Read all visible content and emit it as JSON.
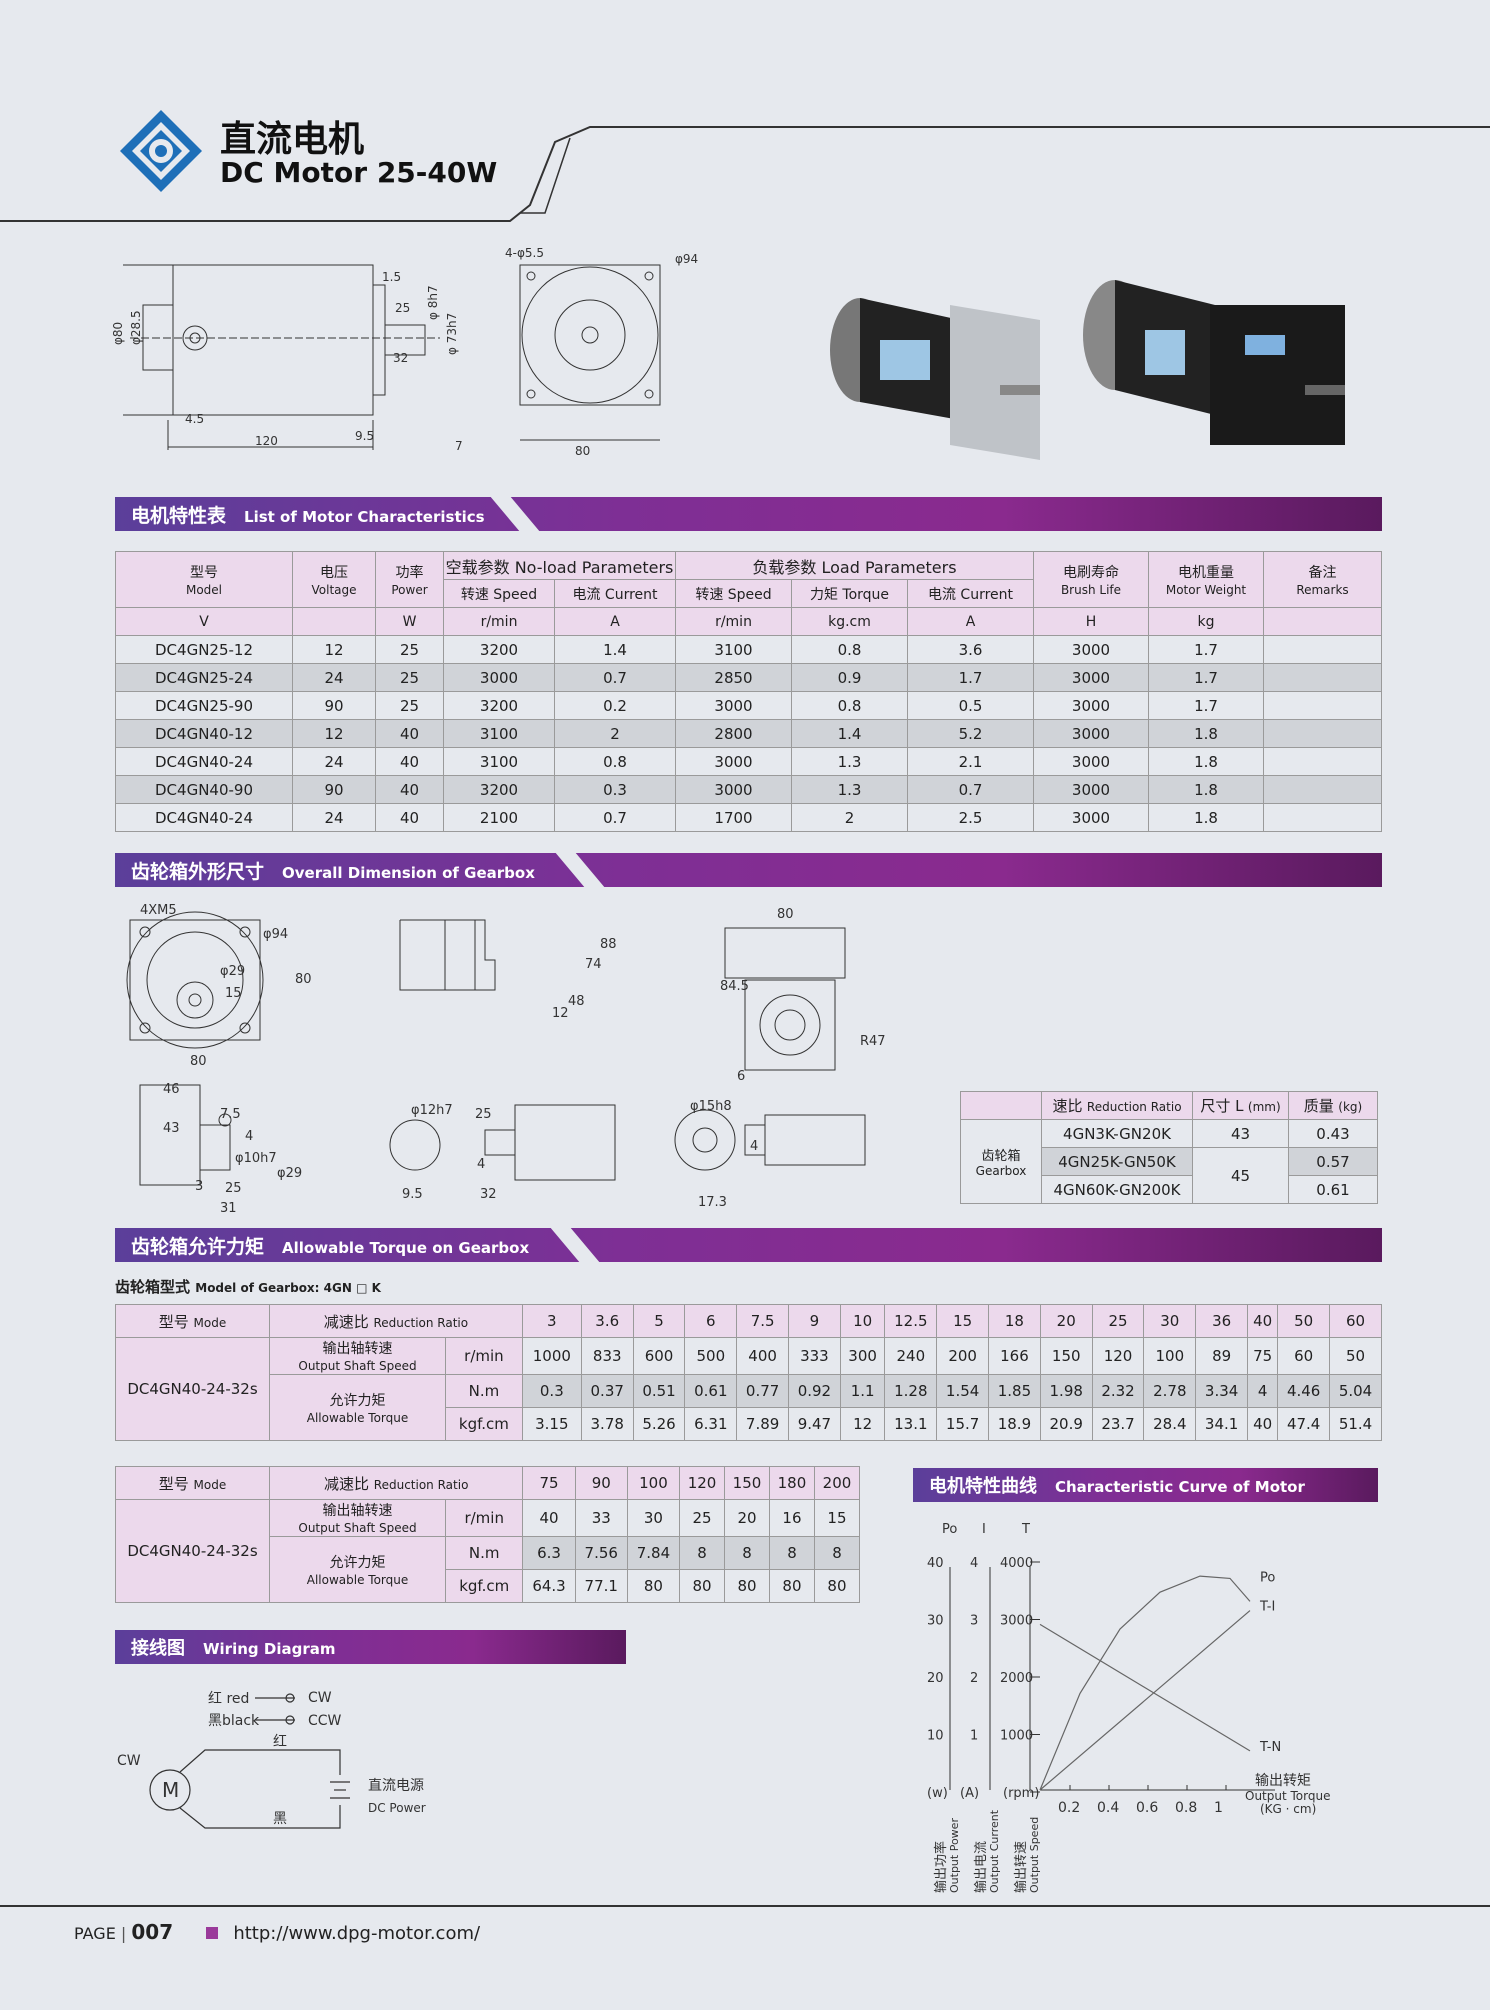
{
  "header": {
    "title": "直流电机",
    "subtitle": "DC Motor 25-40W"
  },
  "sections": {
    "characteristics": {
      "cn": "电机特性表",
      "en": "List of Motor Characteristics"
    },
    "gearbox_dim": {
      "cn": "齿轮箱外形尺寸",
      "en": "Overall Dimension of Gearbox"
    },
    "torque": {
      "cn": "齿轮箱允许力矩",
      "en": "Allowable Torque on Gearbox"
    },
    "curve": {
      "cn": "电机特性曲线",
      "en": "Characteristic Curve of Motor"
    },
    "wiring": {
      "cn": "接线图",
      "en": "Wiring Diagram"
    }
  },
  "char_table": {
    "h_model": "型号",
    "h_model_en": "Model",
    "h_volt": "电压",
    "h_volt_en": "Voltage",
    "h_power": "功率",
    "h_power_en": "Power",
    "h_noload": "空载参数 No-load Parameters",
    "h_load": "负载参数 Load Parameters",
    "h_brush": "电刷寿命",
    "h_brush_en": "Brush Life",
    "h_weight": "电机重量",
    "h_weight_en": "Motor Weight",
    "h_remarks": "备注",
    "h_remarks_en": "Remarks",
    "h_speed": "转速 Speed",
    "h_current": "电流 Current",
    "h_torque": "力矩 Torque",
    "u_v": "V",
    "u_w": "W",
    "u_rpm": "r/min",
    "u_a": "A",
    "u_kgcm": "kg.cm",
    "u_h": "H",
    "u_kg": "kg",
    "rows": [
      [
        "DC4GN25-12",
        "12",
        "25",
        "3200",
        "1.4",
        "3100",
        "0.8",
        "3.6",
        "3000",
        "1.7",
        ""
      ],
      [
        "DC4GN25-24",
        "24",
        "25",
        "3000",
        "0.7",
        "2850",
        "0.9",
        "1.7",
        "3000",
        "1.7",
        ""
      ],
      [
        "DC4GN25-90",
        "90",
        "25",
        "3200",
        "0.2",
        "3000",
        "0.8",
        "0.5",
        "3000",
        "1.7",
        ""
      ],
      [
        "DC4GN40-12",
        "12",
        "40",
        "3100",
        "2",
        "2800",
        "1.4",
        "5.2",
        "3000",
        "1.8",
        ""
      ],
      [
        "DC4GN40-24",
        "24",
        "40",
        "3100",
        "0.8",
        "3000",
        "1.3",
        "2.1",
        "3000",
        "1.8",
        ""
      ],
      [
        "DC4GN40-90",
        "90",
        "40",
        "3200",
        "0.3",
        "3000",
        "1.3",
        "0.7",
        "3000",
        "1.8",
        ""
      ],
      [
        "DC4GN40-24",
        "24",
        "40",
        "2100",
        "0.7",
        "1700",
        "2",
        "2.5",
        "3000",
        "1.8",
        ""
      ]
    ]
  },
  "motor_drawing": {
    "d80": "φ80",
    "d28": "φ28.5",
    "d8": "φ 8h7",
    "d73": "φ 73h7",
    "l15": "1.5",
    "l25": "25",
    "l32": "32",
    "l45": "4.5",
    "l120": "120",
    "l95": "9.5",
    "holes": "4-φ5.5",
    "d94": "φ94",
    "w80": "80",
    "key": "7"
  },
  "gear_drawing": {
    "m5": "4XM5",
    "d94": "φ94",
    "d29": "φ29",
    "d15": "15",
    "s80": "80",
    "s80b": "80",
    "h88": "88",
    "h74": "74",
    "h48": "48",
    "h12": "12",
    "t80": "80",
    "t845": "84.5",
    "r47": "R47",
    "t6": "6",
    "b46": "46",
    "b43": "43",
    "b75": "7.5",
    "b4": "4",
    "b10": "φ10h7",
    "b29": "φ29",
    "b3": "3",
    "b25": "25",
    "b31": "31",
    "c12": "φ12h7",
    "c25": "25",
    "c4": "4",
    "c95": "9.5",
    "c32": "32",
    "e15": "φ15h8",
    "e4": "4",
    "e173": "17.3"
  },
  "gear_table": {
    "h_ratio": "速比",
    "h_ratio_en": "Reduction Ratio",
    "h_len": "尺寸 L",
    "h_len_u": "(mm)",
    "h_mass": "质量",
    "h_mass_u": "(kg)",
    "label": "齿轮箱",
    "label_en": "Gearbox",
    "rows": [
      [
        "4GN3K-GN20K",
        "43",
        "0.43"
      ],
      [
        "4GN25K-GN50K",
        "45",
        "0.57"
      ],
      [
        "4GN60K-GN200K",
        "",
        "0.61"
      ]
    ]
  },
  "torque": {
    "model_label": "齿轮箱型式",
    "model_en": "Model of Gearbox: 4GN □ K",
    "h_mode": "型号",
    "h_mode_en": "Mode",
    "h_ratio": "减速比",
    "h_ratio_en": "Reduction Ratio",
    "h_speed": "输出轴转速",
    "h_speed_en": "Output Shaft Speed",
    "h_torque": "允许力矩",
    "h_torque_en": "Allowable Torque",
    "u_rpm": "r/min",
    "u_nm": "N.m",
    "u_kgf": "kgf.cm",
    "model": "DC4GN40-24-32s",
    "t1": {
      "ratios": [
        "3",
        "3.6",
        "5",
        "6",
        "7.5",
        "9",
        "10",
        "12.5",
        "15",
        "18",
        "20",
        "25",
        "30",
        "36",
        "40",
        "50",
        "60"
      ],
      "speed": [
        "1000",
        "833",
        "600",
        "500",
        "400",
        "333",
        "300",
        "240",
        "200",
        "166",
        "150",
        "120",
        "100",
        "89",
        "75",
        "60",
        "50"
      ],
      "nm": [
        "0.3",
        "0.37",
        "0.51",
        "0.61",
        "0.77",
        "0.92",
        "1.1",
        "1.28",
        "1.54",
        "1.85",
        "1.98",
        "2.32",
        "2.78",
        "3.34",
        "4",
        "4.46",
        "5.04"
      ],
      "kgf": [
        "3.15",
        "3.78",
        "5.26",
        "6.31",
        "7.89",
        "9.47",
        "12",
        "13.1",
        "15.7",
        "18.9",
        "20.9",
        "23.7",
        "28.4",
        "34.1",
        "40",
        "47.4",
        "51.4"
      ]
    },
    "t2": {
      "ratios": [
        "75",
        "90",
        "100",
        "120",
        "150",
        "180",
        "200"
      ],
      "speed": [
        "40",
        "33",
        "30",
        "25",
        "20",
        "16",
        "15"
      ],
      "nm": [
        "6.3",
        "7.56",
        "7.84",
        "8",
        "8",
        "8",
        "8"
      ],
      "kgf": [
        "64.3",
        "77.1",
        "80",
        "80",
        "80",
        "80",
        "80"
      ]
    }
  },
  "wiring": {
    "red": "红 red",
    "black": "黑black",
    "cw": "CW",
    "ccw": "CCW",
    "red2": "红",
    "black2": "黑",
    "cw2": "CW",
    "m": "M",
    "dc_cn": "直流电源",
    "dc_en": "DC Power"
  },
  "chart_data": {
    "type": "line",
    "title": "",
    "axes_top": [
      "Po",
      "I",
      "T"
    ],
    "po_ticks": [
      "40",
      "30",
      "20",
      "10",
      "(w)"
    ],
    "i_ticks": [
      "4",
      "3",
      "2",
      "1",
      "(A)"
    ],
    "t_ticks": [
      "4000",
      "3000",
      "2000",
      "1000",
      "(rpm)"
    ],
    "x_ticks": [
      "0.2",
      "0.4",
      "0.6",
      "0.8",
      "1"
    ],
    "xlabel_cn": "输出转矩",
    "xlabel_en": "Output Torque",
    "xlabel_u": "(KG · cm)",
    "ylabels": [
      [
        "输出功率",
        "Output Power"
      ],
      [
        "输出电流",
        "Output Current"
      ],
      [
        "输出转速",
        "Output Speed"
      ]
    ],
    "xlim": [
      0,
      1.1
    ],
    "series": [
      {
        "name": "Po",
        "x": [
          0,
          0.2,
          0.4,
          0.6,
          0.8,
          0.95,
          1.05
        ],
        "y": [
          0,
          0.42,
          0.7,
          0.86,
          0.93,
          0.92,
          0.82
        ]
      },
      {
        "name": "T-I",
        "x": [
          0,
          1.05
        ],
        "y": [
          0,
          0.78
        ]
      },
      {
        "name": "T-N",
        "x": [
          0,
          1.05
        ],
        "y": [
          0.72,
          0.17
        ]
      }
    ]
  },
  "footer": {
    "page": "PAGE",
    "num": "007",
    "url": "http://www.dpg-motor.com/"
  }
}
